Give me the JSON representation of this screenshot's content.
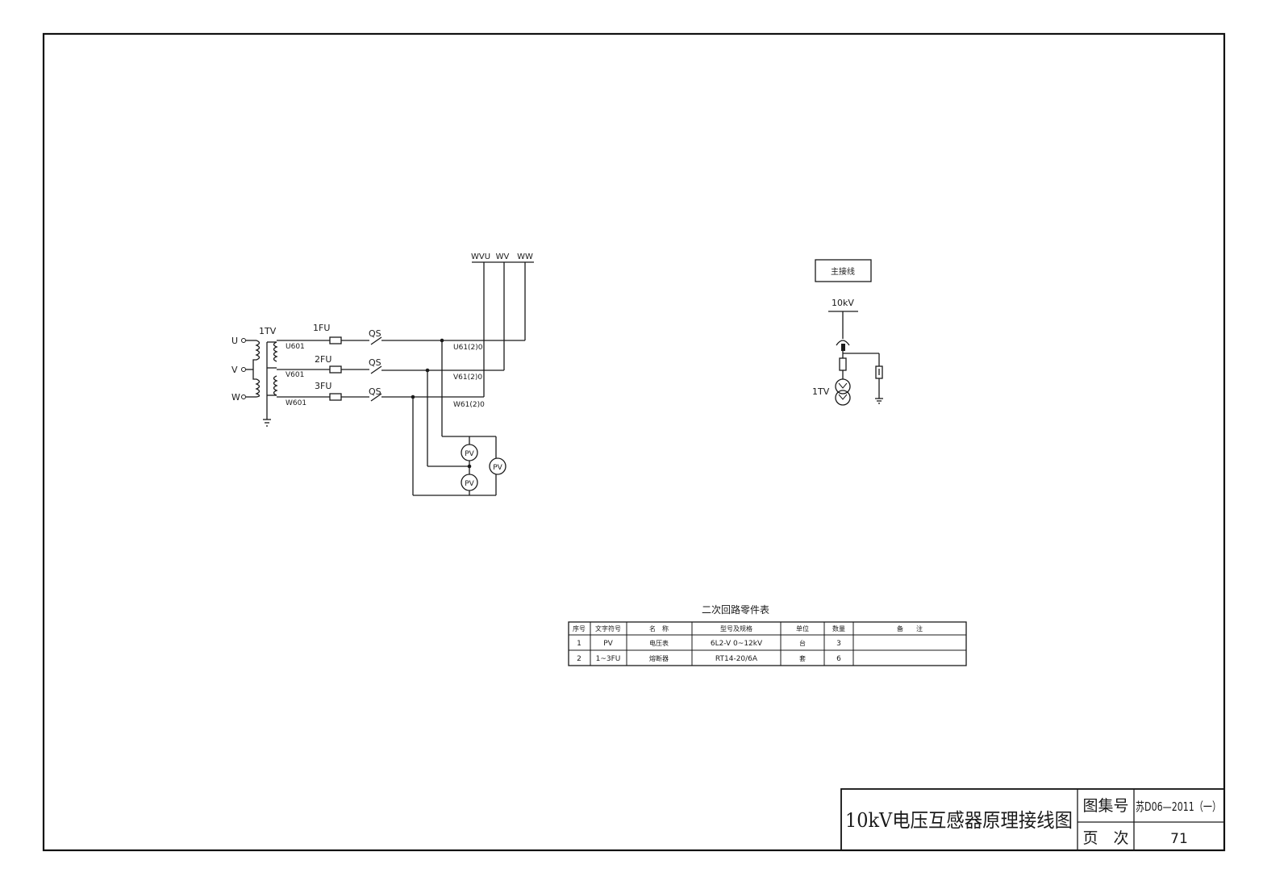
{
  "schematic": {
    "bus_labels": [
      "WVU",
      "WV",
      "WW"
    ],
    "phases": [
      "U",
      "V",
      "W"
    ],
    "transformer_label": "1TV",
    "fuses": [
      "1FU",
      "2FU",
      "3FU"
    ],
    "switch_label": "QS",
    "secondary_left": [
      "U601",
      "V601",
      "W601"
    ],
    "secondary_right": [
      "U61(2)0",
      "V61(2)0",
      "W61(2)0"
    ],
    "meter_label": "PV"
  },
  "single_line": {
    "box_label": "主接线",
    "voltage": "10kV",
    "transformer_label": "1TV"
  },
  "parts_table": {
    "caption": "二次回路零件表",
    "headers": [
      "序号",
      "文字符号",
      "名　称",
      "型号及规格",
      "单位",
      "数量",
      "备　　注"
    ],
    "rows": [
      [
        "1",
        "PV",
        "电压表",
        "6L2-V 0~12kV",
        "台",
        "3",
        ""
      ],
      [
        "2",
        "1~3FU",
        "熔断器",
        "RT14-20/6A",
        "套",
        "6",
        ""
      ]
    ]
  },
  "title_block": {
    "title": "10kV电压互感器原理接线图",
    "atlas_label": "图集号",
    "atlas_no": "苏D06—2011（一）",
    "page_label": "页　次",
    "page_no": "71"
  }
}
